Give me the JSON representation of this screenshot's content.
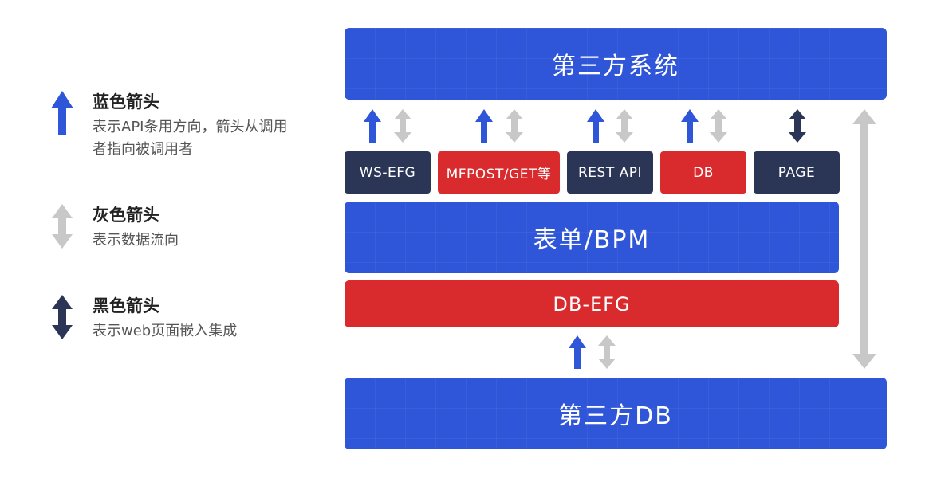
{
  "legend": [
    {
      "title": "蓝色箭头",
      "desc": "表示API条用方向，箭头从调用者指向被调用者",
      "color": "#2f55d8",
      "icon": "blue-up-arrow-icon"
    },
    {
      "title": "灰色箭头",
      "desc": "表示数据流向",
      "color": "#c8c8c8",
      "icon": "gray-double-arrow-icon"
    },
    {
      "title": "黑色箭头",
      "desc": "表示web页面嵌入集成",
      "color": "#2b3656",
      "icon": "black-double-arrow-icon"
    }
  ],
  "diagram": {
    "top": "第三方系统",
    "interfaces": [
      {
        "label": "WS-EFG",
        "color": "#2b3656"
      },
      {
        "label": "MFPOST/GET等",
        "color": "#d92b2e"
      },
      {
        "label": "REST API",
        "color": "#2b3656"
      },
      {
        "label": "DB",
        "color": "#d92b2e"
      },
      {
        "label": "PAGE",
        "color": "#2b3656"
      }
    ],
    "form": "表单/BPM",
    "dbefg": "DB-EFG",
    "bottom": "第三方DB"
  },
  "colors": {
    "blue": "#2f55d8",
    "red": "#d92b2e",
    "navy": "#2b3656",
    "gray": "#c8c8c8"
  }
}
